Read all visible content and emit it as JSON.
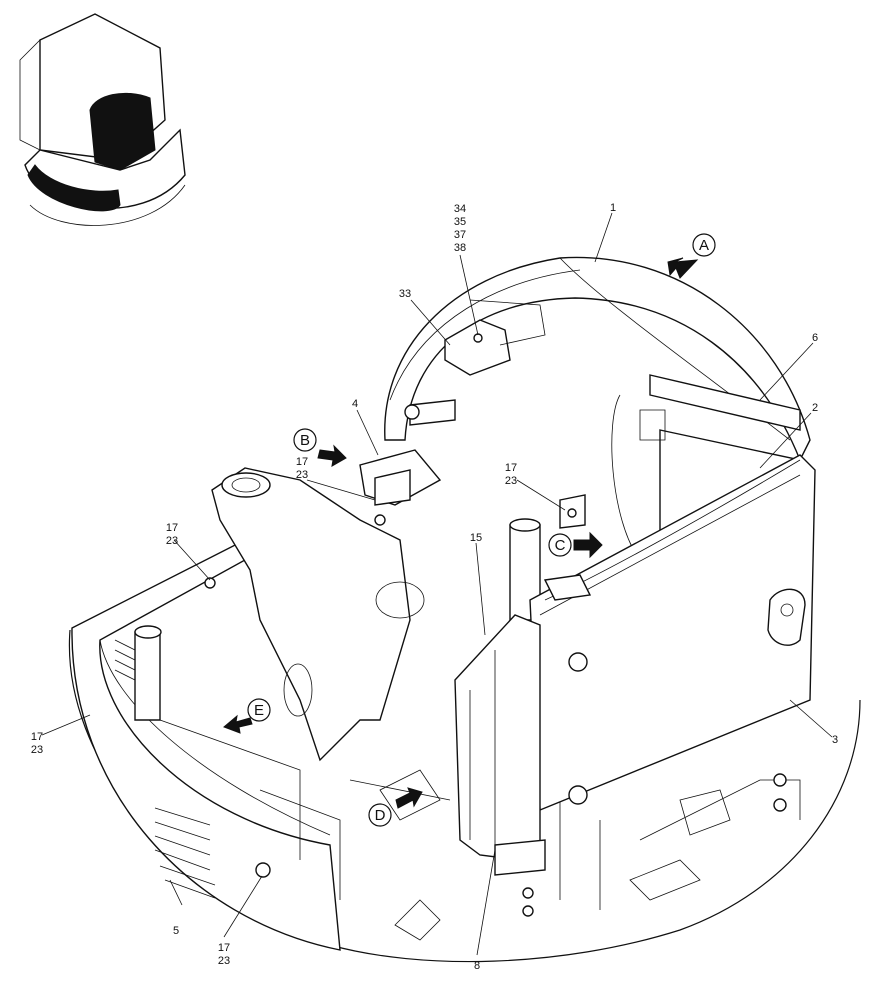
{
  "callouts": [
    {
      "id": "c1",
      "text": "1"
    },
    {
      "id": "c2",
      "text": "2"
    },
    {
      "id": "c3",
      "text": "3"
    },
    {
      "id": "c4",
      "text": "4"
    },
    {
      "id": "c5",
      "text": "5"
    },
    {
      "id": "c6",
      "text": "6"
    },
    {
      "id": "c8",
      "text": "8"
    },
    {
      "id": "c15",
      "text": "15"
    },
    {
      "id": "c33",
      "text": "33"
    },
    {
      "id": "c34",
      "text": "34"
    },
    {
      "id": "c35",
      "text": "35"
    },
    {
      "id": "c37",
      "text": "37"
    },
    {
      "id": "c38",
      "text": "38"
    },
    {
      "id": "c17a",
      "text": "17"
    },
    {
      "id": "c23a",
      "text": "23"
    },
    {
      "id": "c17b",
      "text": "17"
    },
    {
      "id": "c23b",
      "text": "23"
    },
    {
      "id": "c17c",
      "text": "17"
    },
    {
      "id": "c23c",
      "text": "23"
    },
    {
      "id": "c17d",
      "text": "17"
    },
    {
      "id": "c23d",
      "text": "23"
    },
    {
      "id": "c17e",
      "text": "17"
    },
    {
      "id": "c23e",
      "text": "23"
    }
  ],
  "views": [
    {
      "id": "vA",
      "text": "A"
    },
    {
      "id": "vB",
      "text": "B"
    },
    {
      "id": "vC",
      "text": "C"
    },
    {
      "id": "vD",
      "text": "D"
    },
    {
      "id": "vE",
      "text": "E"
    }
  ]
}
